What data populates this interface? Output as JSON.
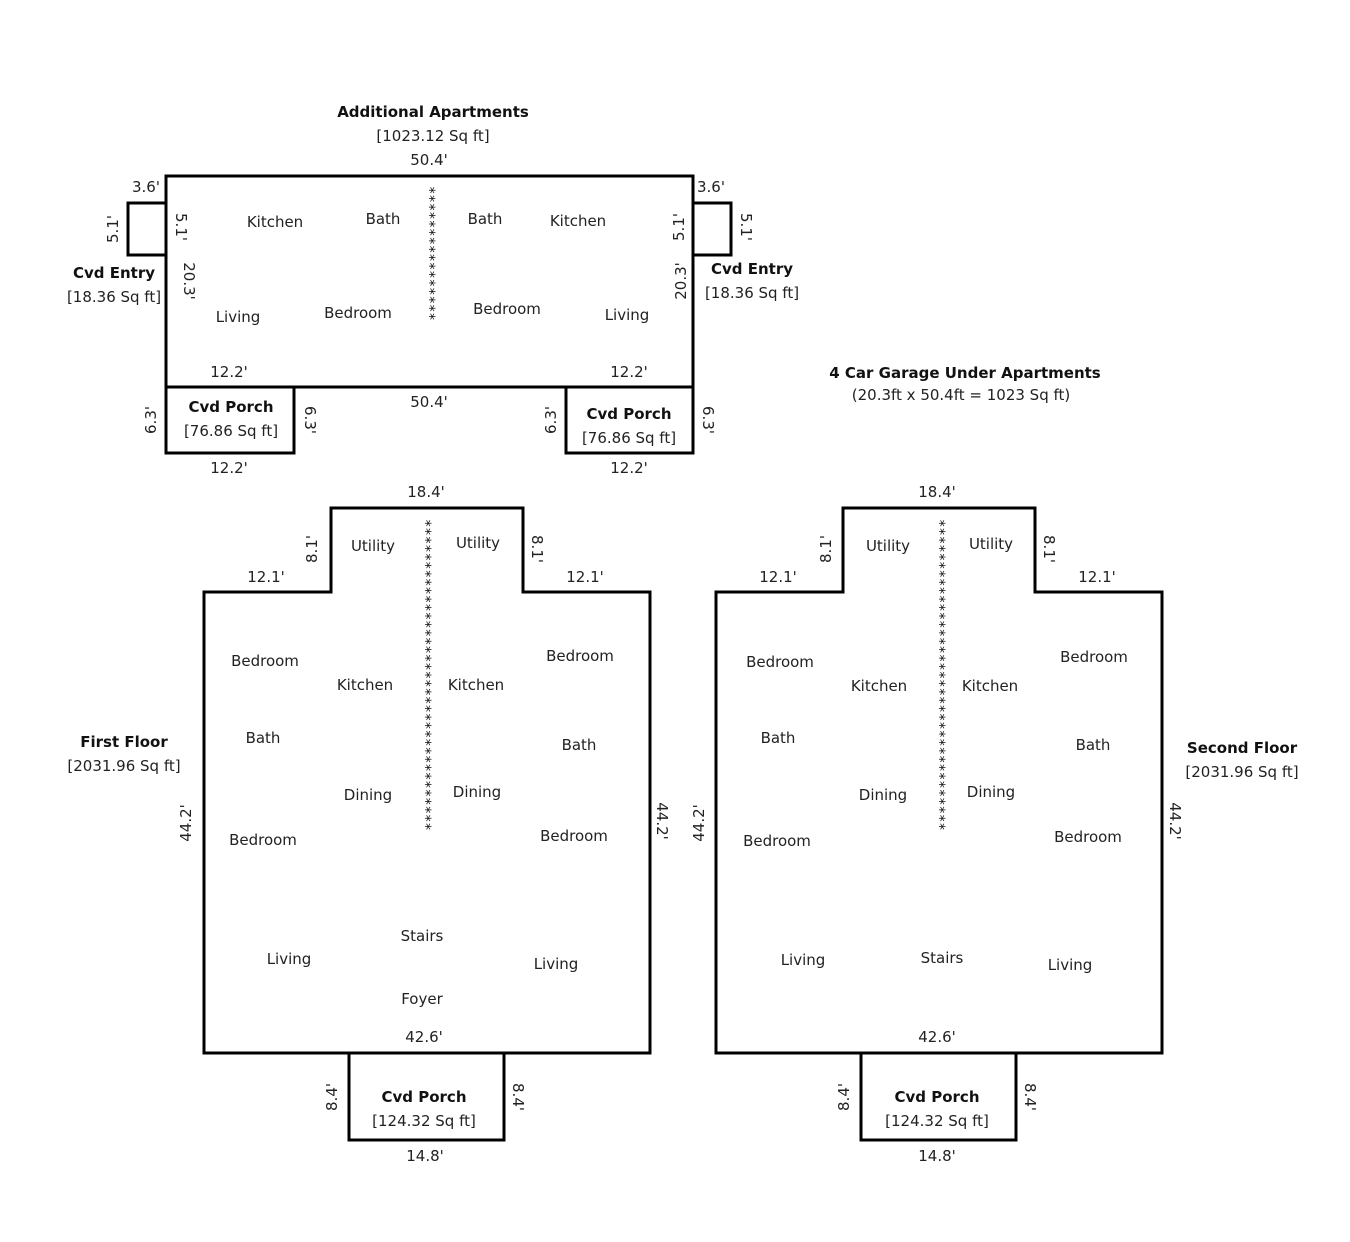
{
  "apartments": {
    "title": "Additional Apartments",
    "area": "[1023.12 Sq ft]",
    "dims": {
      "top": "50.4'",
      "middle": "50.4'",
      "left_entry_w": "3.6'",
      "right_entry_w": "3.6'",
      "left_entry_h_outer": "5.1'",
      "left_entry_h_inner": "5.1'",
      "right_entry_h_inner": "5.1'",
      "right_entry_h_outer": "5.1'",
      "left_h": "20.3'",
      "right_h": "20.3'",
      "left_inner_w": "12.2'",
      "right_inner_w": "12.2'",
      "left_porch_w": "12.2'",
      "right_porch_w": "12.2'",
      "left_porch_h_outer": "6.3'",
      "left_porch_h_inner": "6.3'",
      "right_porch_h_inner": "6.3'",
      "right_porch_h_outer": "6.3'"
    },
    "left_entry": {
      "name": "Cvd Entry",
      "area": "[18.36 Sq ft]"
    },
    "right_entry": {
      "name": "Cvd Entry",
      "area": "[18.36 Sq ft]"
    },
    "left_porch": {
      "name": "Cvd Porch",
      "area": "[76.86 Sq ft]"
    },
    "right_porch": {
      "name": "Cvd Porch",
      "area": "[76.86 Sq ft]"
    },
    "rooms": {
      "kitchen_l": "Kitchen",
      "bath_l": "Bath",
      "living_l": "Living",
      "bedroom_l": "Bedroom",
      "bath_r": "Bath",
      "kitchen_r": "Kitchen",
      "bedroom_r": "Bedroom",
      "living_r": "Living"
    },
    "divider": "****************"
  },
  "garage": {
    "title": "4 Car Garage Under Apartments",
    "area": "(20.3ft x 50.4ft = 1023 Sq ft)"
  },
  "first_floor": {
    "title": "First Floor",
    "area": "[2031.96 Sq ft]",
    "dims": {
      "top": "18.4'",
      "left_step_h": "8.1'",
      "right_step_h": "8.1'",
      "left_shoulder": "12.1'",
      "right_shoulder": "12.1'",
      "left_h": "44.2'",
      "right_h": "44.2'",
      "bottom": "42.6'",
      "porch_left_h": "8.4'",
      "porch_right_h": "8.4'",
      "porch_w": "14.8'"
    },
    "rooms": {
      "utility_l": "Utility",
      "utility_r": "Utility",
      "bedroom_tl": "Bedroom",
      "kitchen_l": "Kitchen",
      "kitchen_r": "Kitchen",
      "bedroom_tr": "Bedroom",
      "bath_l": "Bath",
      "bath_r": "Bath",
      "dining_l": "Dining",
      "dining_r": "Dining",
      "bedroom_bl": "Bedroom",
      "bedroom_br": "Bedroom",
      "stairs": "Stairs",
      "living_l": "Living",
      "living_r": "Living",
      "foyer": "Foyer"
    },
    "porch": {
      "name": "Cvd Porch",
      "area": "[124.32 Sq ft]"
    },
    "divider": "*************************************"
  },
  "second_floor": {
    "title": "Second Floor",
    "area": "[2031.96 Sq ft]",
    "dims": {
      "top": "18.4'",
      "left_step_h": "8.1'",
      "right_step_h": "8.1'",
      "left_shoulder": "12.1'",
      "right_shoulder": "12.1'",
      "left_h": "44.2'",
      "right_h": "44.2'",
      "bottom": "42.6'",
      "porch_left_h": "8.4'",
      "porch_right_h": "8.4'",
      "porch_w": "14.8'"
    },
    "rooms": {
      "utility_l": "Utility",
      "utility_r": "Utility",
      "bedroom_tl": "Bedroom",
      "kitchen_l": "Kitchen",
      "kitchen_r": "Kitchen",
      "bedroom_tr": "Bedroom",
      "bath_l": "Bath",
      "bath_r": "Bath",
      "dining_l": "Dining",
      "dining_r": "Dining",
      "bedroom_bl": "Bedroom",
      "bedroom_br": "Bedroom",
      "stairs": "Stairs",
      "living_l": "Living",
      "living_r": "Living"
    },
    "porch": {
      "name": "Cvd Porch",
      "area": "[124.32 Sq ft]"
    },
    "divider": "*************************************"
  }
}
